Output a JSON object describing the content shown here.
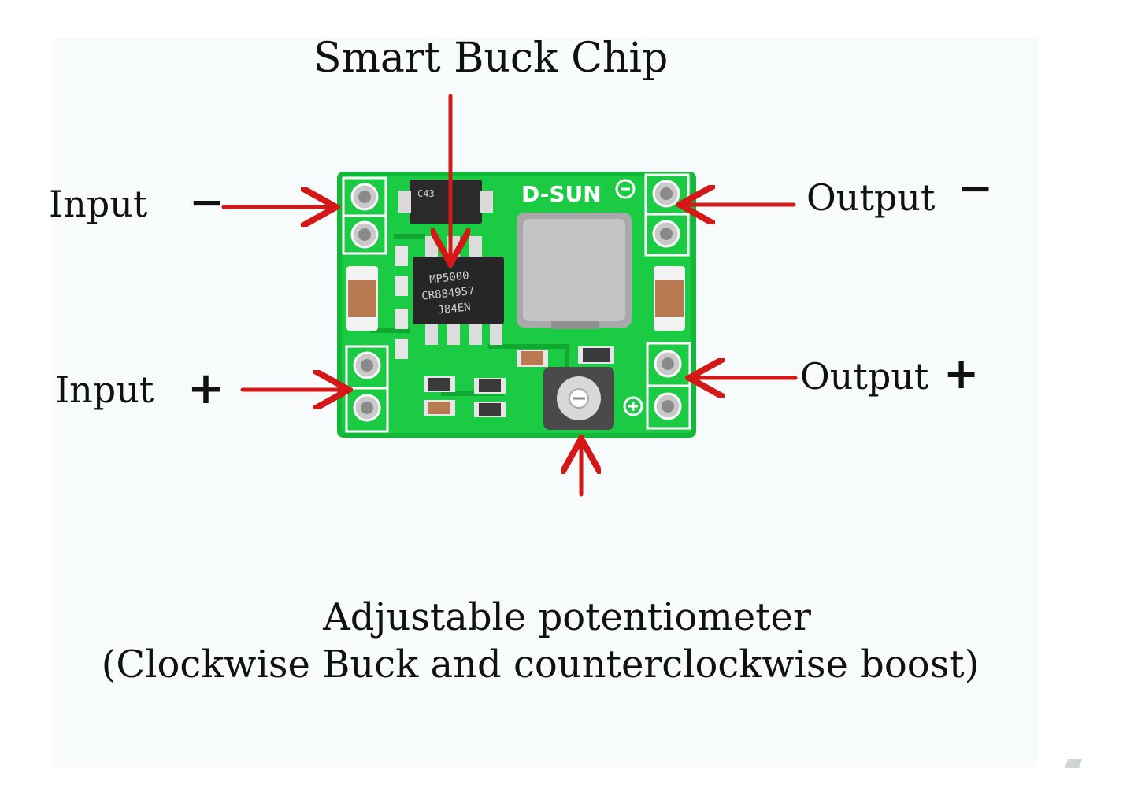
{
  "title": "Smart Buck Chip",
  "labels": {
    "input_neg": "Input",
    "input_neg_sign": "−",
    "input_pos": "Input",
    "input_pos_sign": "+",
    "output_neg": "Output",
    "output_neg_sign": "−",
    "output_pos": "Output",
    "output_pos_sign": "+"
  },
  "board": {
    "brand": "D-SUN",
    "chip_marking": [
      "MP5000",
      "CR884957",
      "J84EN"
    ],
    "inductor_marking": "C43"
  },
  "caption": {
    "line1": "Adjustable potentiometer",
    "line2": "(Clockwise Buck and counterclockwise boost)"
  },
  "colors": {
    "pcb": "#18c43c",
    "arrow": "#d41818",
    "text": "#111111",
    "background": "#f7fbfc"
  }
}
